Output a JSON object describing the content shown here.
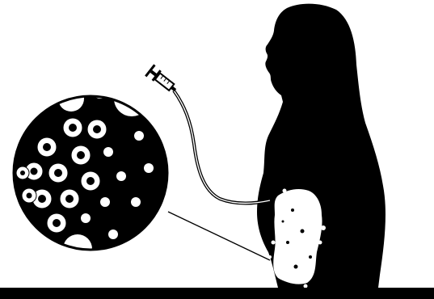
{
  "figure": {
    "background": "#ffffff",
    "ink": "#000000",
    "highlight": "#ffffff",
    "elements": [
      "silhouette-of-woman-in-profile",
      "syringe",
      "catheter-tube",
      "white-treated-area-on-abdomen",
      "magnified-circle-of-cells",
      "leader-line",
      "black-ground-bar"
    ]
  }
}
